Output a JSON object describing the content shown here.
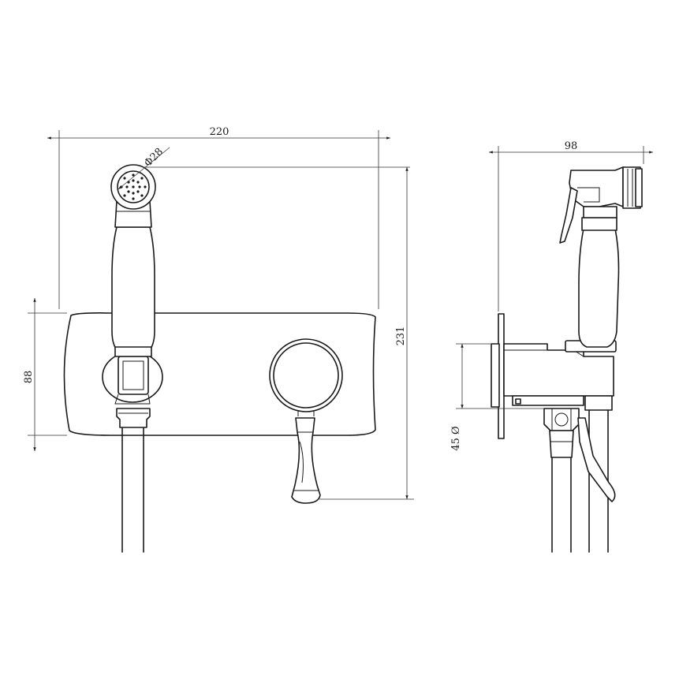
{
  "dimensions": {
    "overall_width": "220",
    "nozzle_diameter": "Φ28",
    "plate_height": "88",
    "overall_height": "231",
    "side_depth": "98",
    "body_diameter": "45 Ø"
  }
}
